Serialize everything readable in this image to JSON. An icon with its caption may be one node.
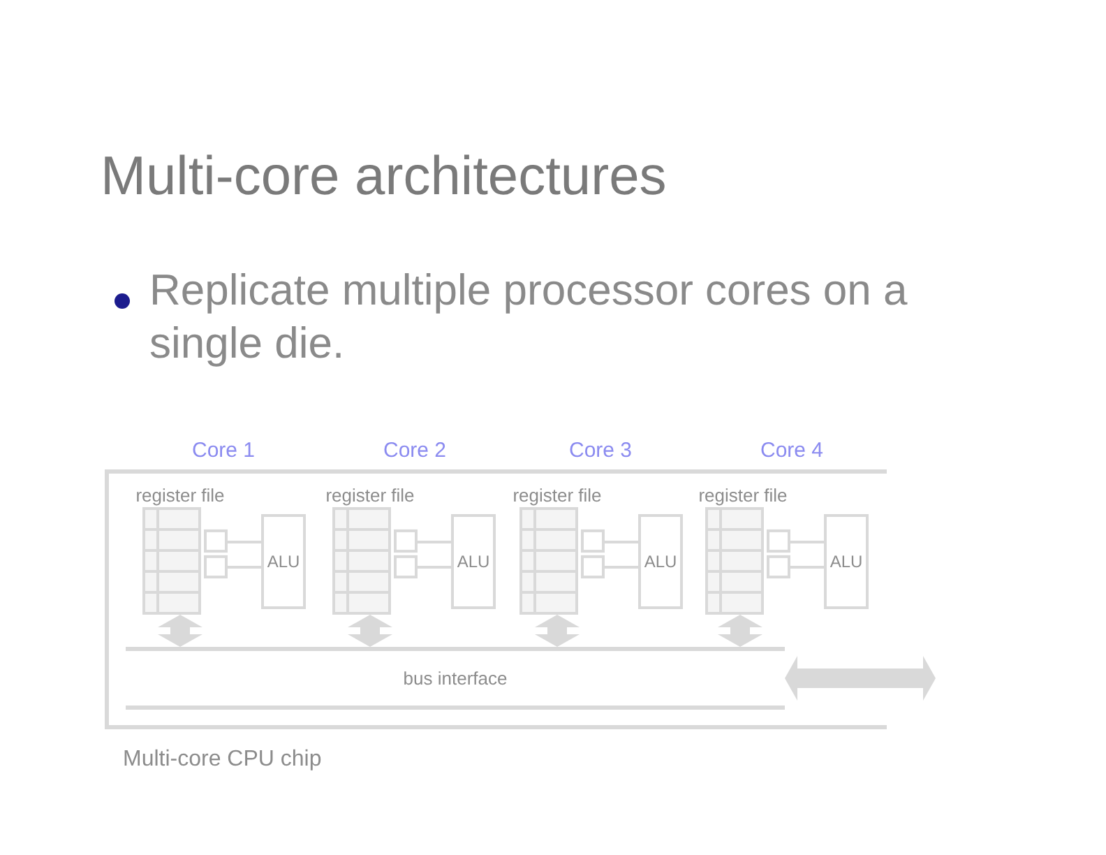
{
  "diagram": {
    "title": "Multi-core architectures",
    "nodes": [
      {
        "text": [
          "Multi-core CPU chip"
        ]
      },
      {
        "text": [
          "register file"
        ],
        "in": 0
      },
      {
        "text": [
          "ALU"
        ],
        "in": 0
      },
      {
        "text": [
          "register file"
        ],
        "in": 0
      },
      {
        "text": [
          "ALU"
        ],
        "in": 0
      },
      {
        "text": [
          "register file"
        ],
        "in": 0
      },
      {
        "text": [
          "ALU"
        ],
        "in": 0
      },
      {
        "text": [
          "register file"
        ],
        "in": 0
      },
      {
        "text": [
          "ALU"
        ],
        "in": 0
      },
      {
        "text": [
          "bus interface"
        ],
        "in": 0
      }
    ],
    "edges": [
      {
        "from": 1,
        "to": 2,
        "arrow": "none"
      },
      {
        "from": 1,
        "to": 2,
        "arrow": "none"
      },
      {
        "from": 1,
        "to": 9,
        "arrow": "both",
        "style": "thick"
      },
      {
        "from": 3,
        "to": 4,
        "arrow": "none"
      },
      {
        "from": 3,
        "to": 4,
        "arrow": "none"
      },
      {
        "from": 3,
        "to": 9,
        "arrow": "both",
        "style": "thick"
      },
      {
        "from": 5,
        "to": 6,
        "arrow": "none"
      },
      {
        "from": 5,
        "to": 6,
        "arrow": "none"
      },
      {
        "from": 5,
        "to": 9,
        "arrow": "both",
        "style": "thick"
      },
      {
        "from": 7,
        "to": 8,
        "arrow": "none"
      },
      {
        "from": 7,
        "to": 8,
        "arrow": "none"
      },
      {
        "from": 7,
        "to": 9,
        "arrow": "both",
        "style": "thick"
      },
      {
        "from": 9,
        "to": null,
        "arrow": "both",
        "style": "thick"
      }
    ],
    "labels": [
      "Replicate multiple processor cores on a single die.",
      "Core 1",
      "Core 2",
      "Core 3",
      "Core 4"
    ]
  }
}
